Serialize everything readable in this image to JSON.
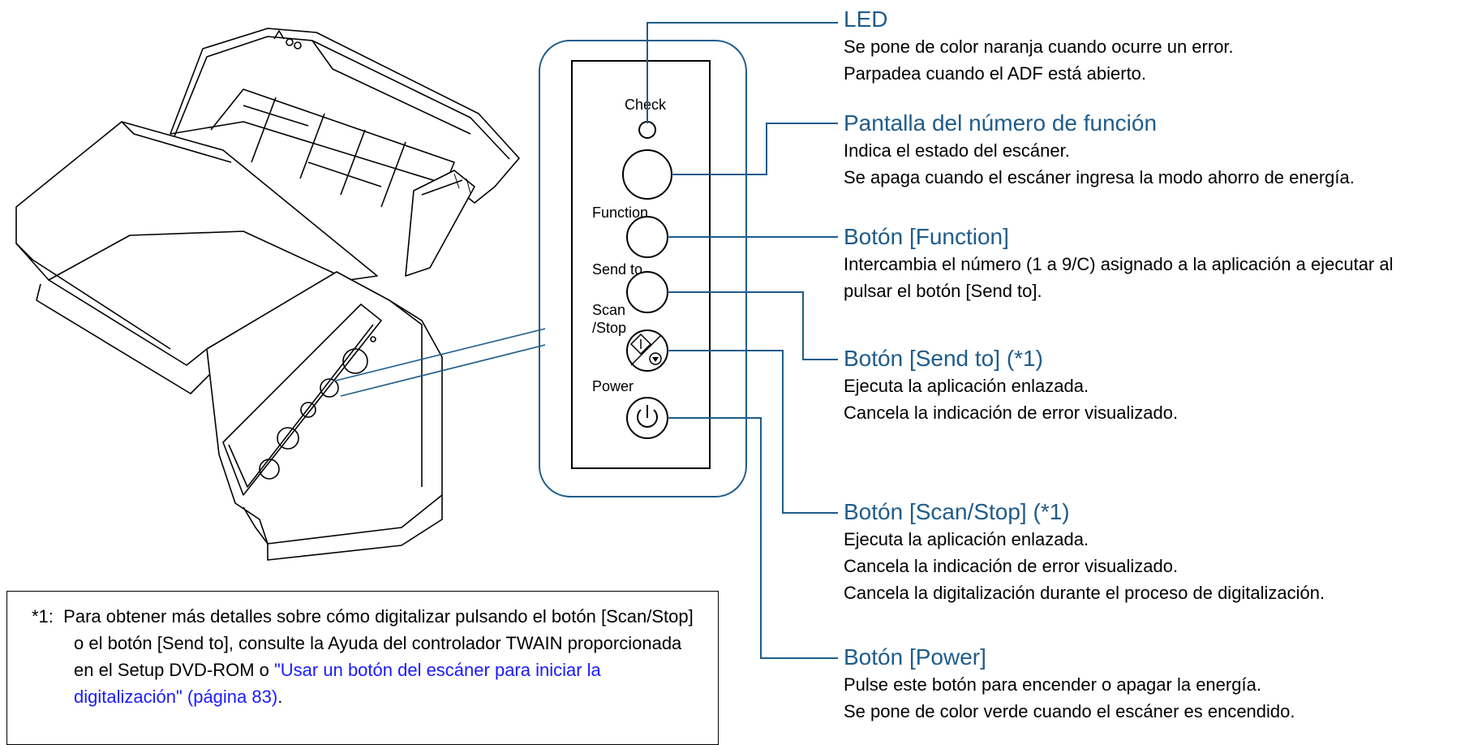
{
  "panel": {
    "labels": {
      "check": "Check",
      "function": "Function",
      "send_to": "Send to",
      "scan": "Scan",
      "stop": "/Stop",
      "power": "Power"
    }
  },
  "callouts": [
    {
      "id": "led",
      "title": "LED",
      "lines": [
        "Se pone de color naranja cuando ocurre un error.",
        "Parpadea cuando el ADF está abierto."
      ]
    },
    {
      "id": "function-number",
      "title": "Pantalla del número de función",
      "lines": [
        "Indica el estado del escáner.",
        "Se apaga cuando el escáner ingresa la modo ahorro de energía."
      ]
    },
    {
      "id": "function-button",
      "title": "Botón [Function]",
      "lines": [
        "Intercambia el número (1 a 9/C) asignado a la aplicación a ejecutar al",
        "pulsar el botón [Send to]."
      ]
    },
    {
      "id": "send-to-button",
      "title": "Botón [Send to] (*1)",
      "lines": [
        "Ejecuta la aplicación enlazada.",
        "Cancela la indicación de error visualizado."
      ]
    },
    {
      "id": "scan-stop-button",
      "title": "Botón [Scan/Stop] (*1)",
      "lines": [
        "Ejecuta la aplicación enlazada.",
        "Cancela la indicación de error visualizado.",
        "Cancela la digitalización durante el proceso de digitalización."
      ]
    },
    {
      "id": "power-button",
      "title": "Botón [Power]",
      "lines": [
        "Pulse este botón para encender o apagar la energía.",
        "Se pone de color verde cuando el escáner es encendido."
      ]
    }
  ],
  "footnote": {
    "marker": "*1:",
    "text": "Para obtener más detalles sobre cómo digitalizar pulsando el botón [Scan/Stop] o el botón [Send to], consulte la Ayuda del controlador TWAIN proporcionada en el Setup DVD-ROM o ",
    "link": "\"Usar un botón del escáner para iniciar la digitalización\" (página 83)",
    "end": "."
  },
  "colors": {
    "heading": "#1f5c8b",
    "connector": "#1f5c8b",
    "link": "#1a1aff"
  }
}
